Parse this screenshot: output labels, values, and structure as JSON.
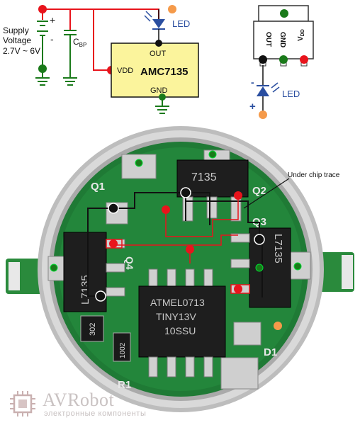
{
  "schematic": {
    "supply_label_line1": "Supply",
    "supply_label_line2": "Voltage",
    "supply_range": "2.7V ~ 6V",
    "plus_sign": "+",
    "minus_sign": "-",
    "cap_label_main": "C",
    "cap_label_sub": "BP",
    "led_label": "LED",
    "chip_name": "AMC7135",
    "pin_out": "OUT",
    "pin_vdd": "VDD",
    "pin_gnd": "GND"
  },
  "package": {
    "pin_out": "OUT",
    "pin_gnd": "GND",
    "pin_vdd_main": "V",
    "pin_vdd_sub": "DD",
    "led_label": "LED",
    "plus_sign": "+",
    "minus_sign": "-"
  },
  "board": {
    "annotation": "Under chip trace",
    "q1": "Q1",
    "q2": "Q2",
    "q3": "Q3",
    "q4": "Q4",
    "r1": "R1",
    "d1": "D1",
    "chip_top": "7135",
    "chip_left": "L7135",
    "chip_right": "L7135",
    "mcu_line1": "ATMEL0713",
    "mcu_line2": "TINY13V",
    "mcu_line3": "10SSU",
    "res_302": "302",
    "res_1002": "1002"
  },
  "watermark": {
    "title": "AVRobot",
    "subtitle": "электронные компоненты"
  },
  "colors": {
    "red_wire": "#e8141c",
    "green_wire": "#1a7a1a",
    "chip_fill": "#fbf49c",
    "pcb_green": "#1f7a35",
    "pcb_dark": "#0f4a22",
    "silver": "#c8c8c8",
    "led_blue": "#2a4ea0",
    "dot_orange": "#f59a4a"
  }
}
